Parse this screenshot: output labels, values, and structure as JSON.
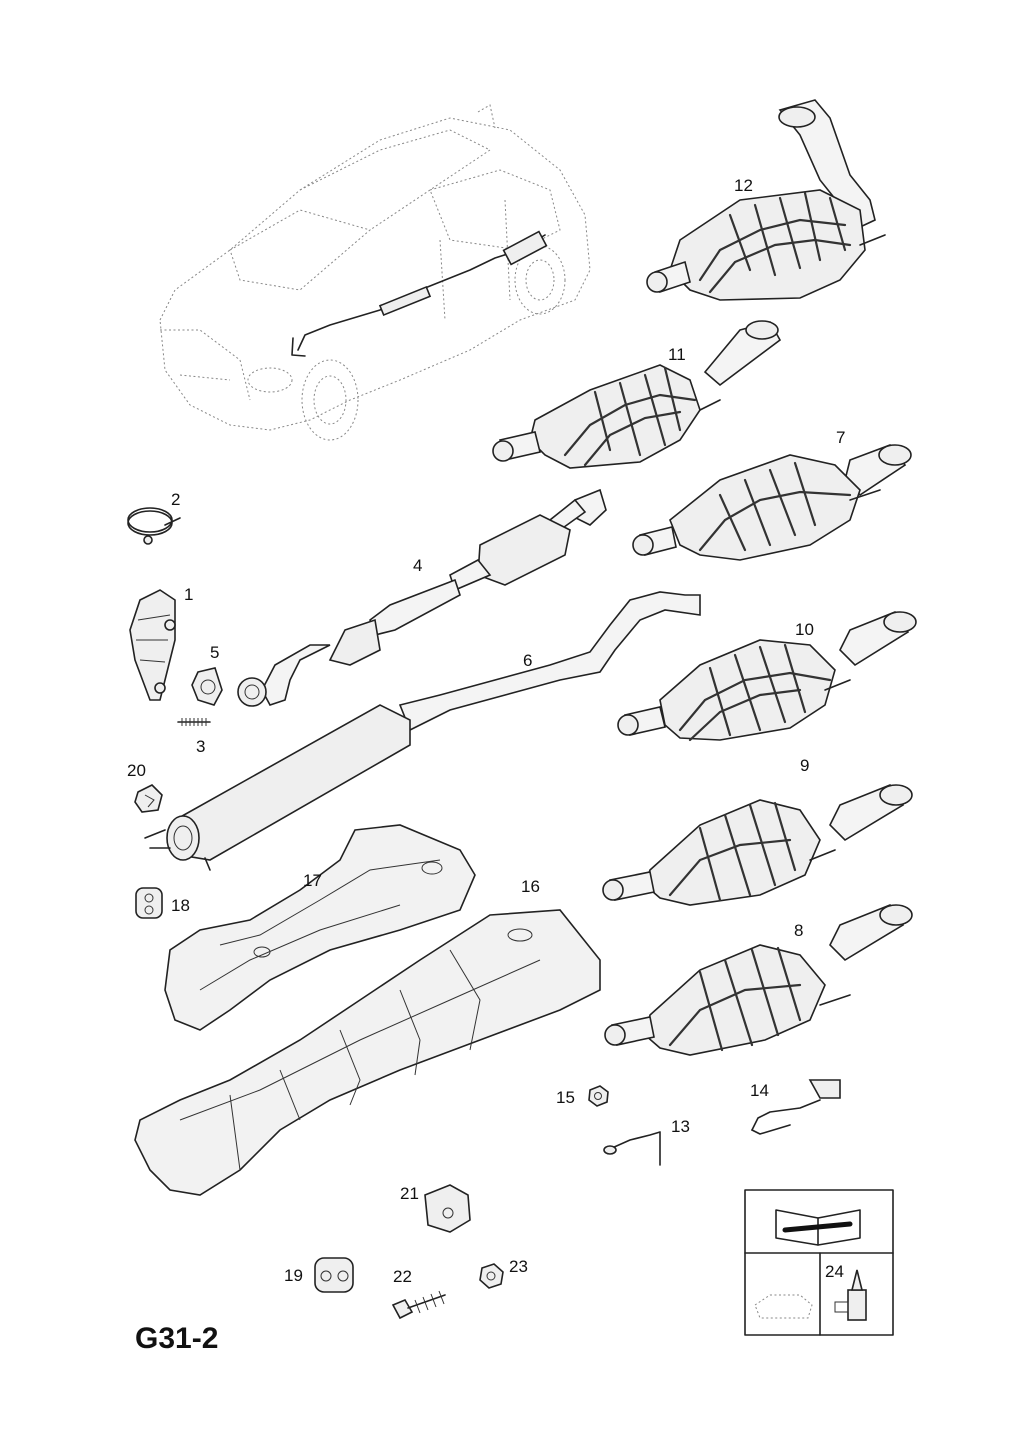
{
  "diagram_code": "G31-2",
  "callouts": {
    "p1": "1",
    "p2": "2",
    "p3": "3",
    "p4": "4",
    "p5": "5",
    "p6": "6",
    "p7": "7",
    "p8": "8",
    "p9": "9",
    "p10": "10",
    "p11": "11",
    "p12": "12",
    "p13": "13",
    "p14": "14",
    "p15": "15",
    "p16": "16",
    "p17": "17",
    "p18": "18",
    "p19": "19",
    "p20": "20",
    "p21": "21",
    "p22": "22",
    "p23": "23",
    "p24": "24"
  },
  "icons": {
    "manual": "manual-wrench-icon",
    "vehicle": "car-outline-icon",
    "sealant": "sealant-tube-icon"
  }
}
